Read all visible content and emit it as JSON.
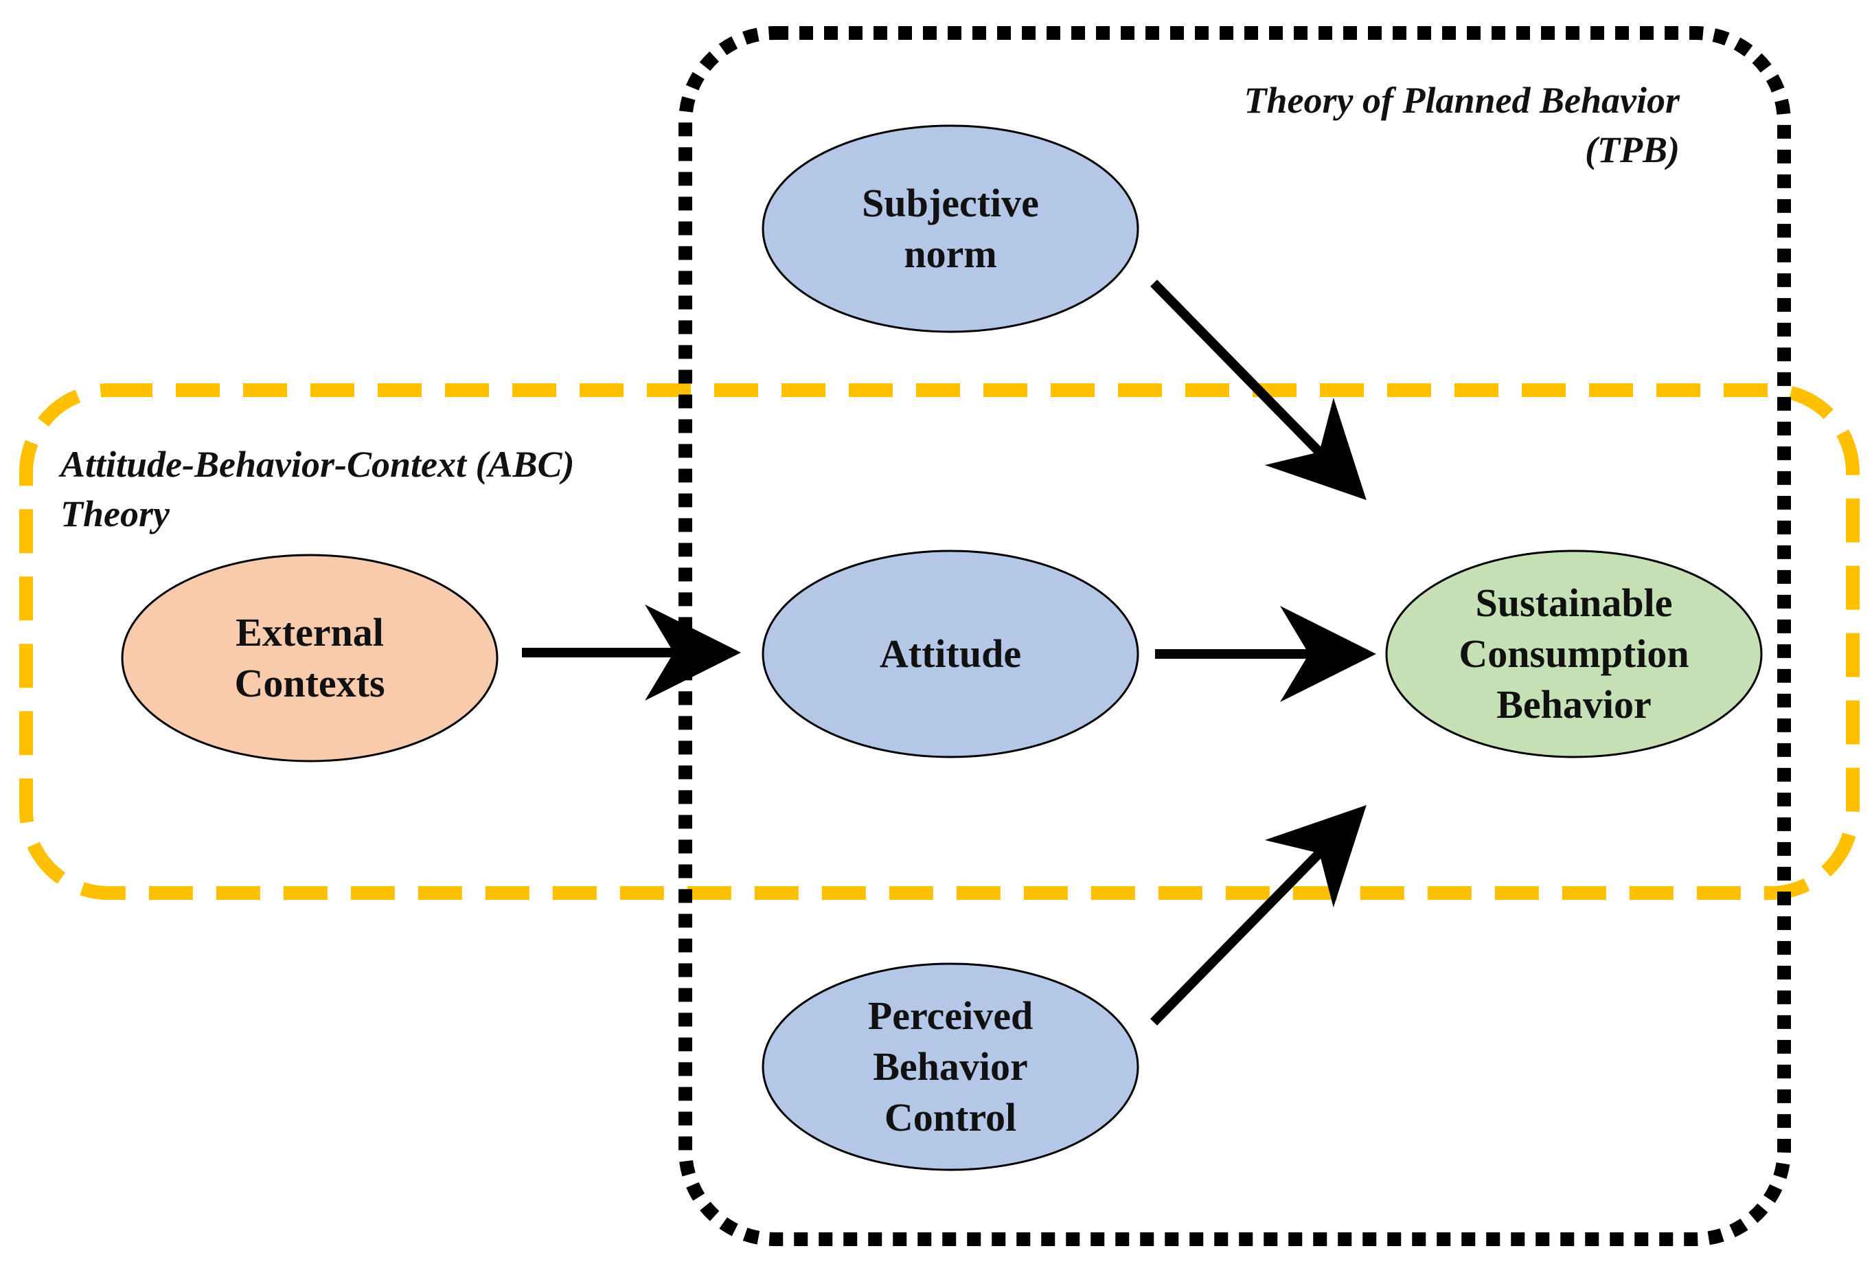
{
  "groups": {
    "tpb": {
      "label": "Theory of Planned Behavior\n(TPB)",
      "color": "#000000"
    },
    "abc": {
      "label": "Attitude-Behavior-Context (ABC)\nTheory",
      "color": "#FFC000"
    }
  },
  "nodes": {
    "subjective_norm": {
      "label": "Subjective\nnorm",
      "fill": "#B4C7E7"
    },
    "external_contexts": {
      "label": "External\nContexts",
      "fill": "#F8CBAD"
    },
    "attitude": {
      "label": "Attitude",
      "fill": "#B4C7E7"
    },
    "sustainable_behavior": {
      "label": "Sustainable\nConsumption\nBehavior",
      "fill": "#C5E0B4"
    },
    "perceived_control": {
      "label": "Perceived\nBehavior\nControl",
      "fill": "#B4C7E7"
    }
  },
  "edges": [
    {
      "from": "external_contexts",
      "to": "attitude"
    },
    {
      "from": "attitude",
      "to": "sustainable_behavior"
    },
    {
      "from": "subjective_norm",
      "to": "sustainable_behavior"
    },
    {
      "from": "perceived_control",
      "to": "sustainable_behavior"
    }
  ]
}
